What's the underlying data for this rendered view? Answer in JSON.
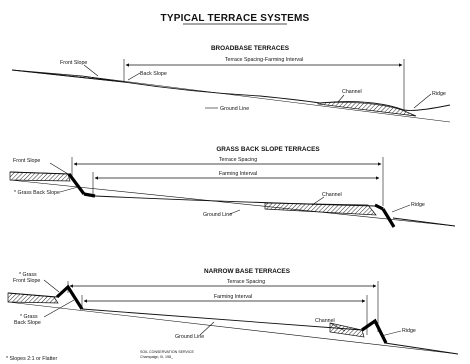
{
  "title": "TYPICAL TERRACE SYSTEMS",
  "sections": {
    "broadbase": {
      "heading": "BROADBASE TERRACES",
      "front_slope": "Front Slope",
      "back_slope": "Back Slope",
      "spacing": "Terrace Spacing-Farming Interval",
      "ground_line": "Ground Line",
      "channel": "Channel",
      "ridge": "Ridge"
    },
    "grass_back": {
      "heading": "GRASS BACK SLOPE TERRACES",
      "front_slope": "Front Slope",
      "grass_back_slope": "* Grass Back Slope",
      "spacing": "Terrace Spacing",
      "farming": "Farming Interval",
      "ground_line": "Ground Line",
      "channel": "Channel",
      "ridge": "Ridge"
    },
    "narrow": {
      "heading": "NARROW BASE TERRACES",
      "grass_front_1": "* Grass",
      "grass_front_2": "Front Slope",
      "grass_back_1": "* Grass",
      "grass_back_2": "Back Slope",
      "spacing": "Terrace Spacing",
      "farming": "Farming Interval",
      "ground_line": "Ground Line",
      "channel": "Channel",
      "ridge": "Ridge"
    }
  },
  "footnote": "* Slopes 2:1 or Flatter",
  "credit_1": "SOIL CONSERVATION SERVICE",
  "credit_2": "Champaign, Ill. 198_"
}
